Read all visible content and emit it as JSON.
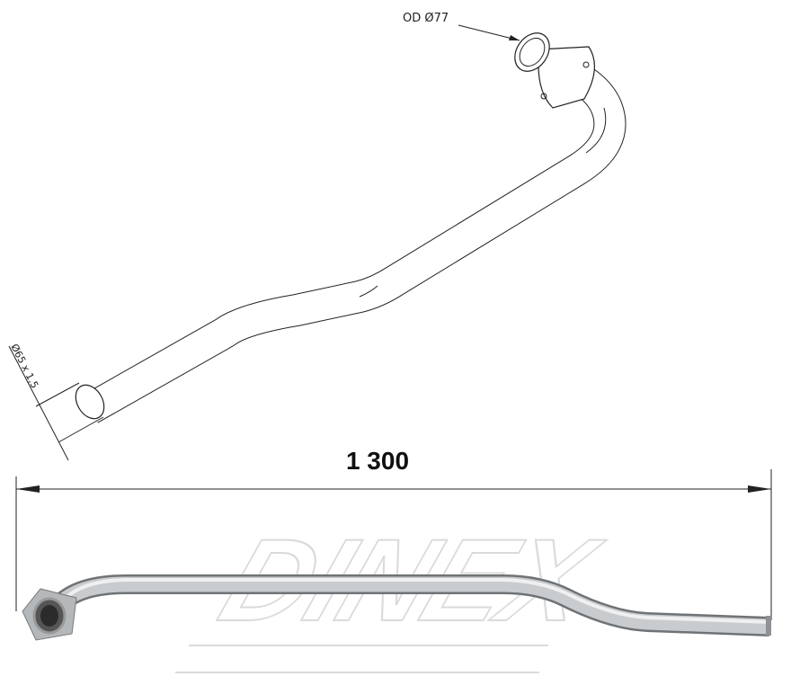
{
  "drawing": {
    "outlet_label": "OD Ø77",
    "inlet_label": "Ø65 x 1,5",
    "length_label": "1 300"
  },
  "watermark": {
    "brand": "DINEX"
  },
  "colors": {
    "line": "#222222",
    "pipe_metal": "#b9bcbf",
    "watermark": "#d8d8d8"
  }
}
